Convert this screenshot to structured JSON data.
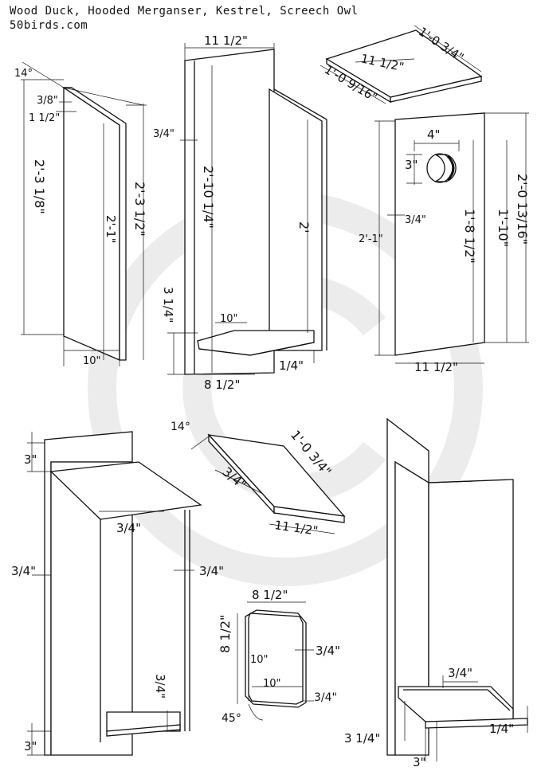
{
  "header": {
    "title": "Wood Duck, Hooded Merganser, Kestrel, Screech Owl",
    "site": "50birds.com"
  },
  "colors": {
    "line": "#111111",
    "watermark": "#ececec",
    "background": "#ffffff"
  },
  "watermark": {
    "icon": "copyright-icon"
  },
  "parts": {
    "side": {
      "d1": "14°",
      "d2": "3/8\"",
      "d3": "1 1/2\"",
      "d4": "2'-3 1/8\"",
      "d5": "2'-1\"",
      "d6": "2'-3 1/2\"",
      "d7": "10\""
    },
    "back": {
      "d1": "11 1/2\"",
      "d2": "3/4\"",
      "d3": "2'-10 1/4\"",
      "d4": "2'",
      "d5": "3 1/4\"",
      "d6": "10\"",
      "d7": "8 1/2\"",
      "d8": "1/4\""
    },
    "roof": {
      "d1": "1'-0 3/4\"",
      "d2": "11 1/2\"",
      "d3": "1'-0 9/16\""
    },
    "front": {
      "d1": "4\"",
      "d2": "3\"",
      "d3": "3/4\"",
      "d4": "2'-1\"",
      "d5": "1'-8 1/2\"",
      "d6": "1'-10\"",
      "d7": "2'-0 13/16\"",
      "d8": "11 1/2\""
    },
    "assembled": {
      "d1": "3\"",
      "d2": "3/4\"",
      "d3": "3/4\"",
      "d4": "3/4\"",
      "d5": "3/4\"",
      "d6": "3\""
    },
    "roof_detail": {
      "d1": "14°",
      "d2": "1'-0 3/4\"",
      "d3": "3/4\"",
      "d4": "11 1/2\""
    },
    "floor": {
      "d1": "8 1/2\"",
      "d2": "8 1/2\"",
      "d3": "10\"",
      "d4": "3/4\"",
      "d5": "10\"",
      "d6": "3/4\"",
      "d7": "45°"
    },
    "section": {
      "d1": "3/4\"",
      "d2": "3 1/4\"",
      "d3": "1/4\"",
      "d4": "3\""
    }
  }
}
